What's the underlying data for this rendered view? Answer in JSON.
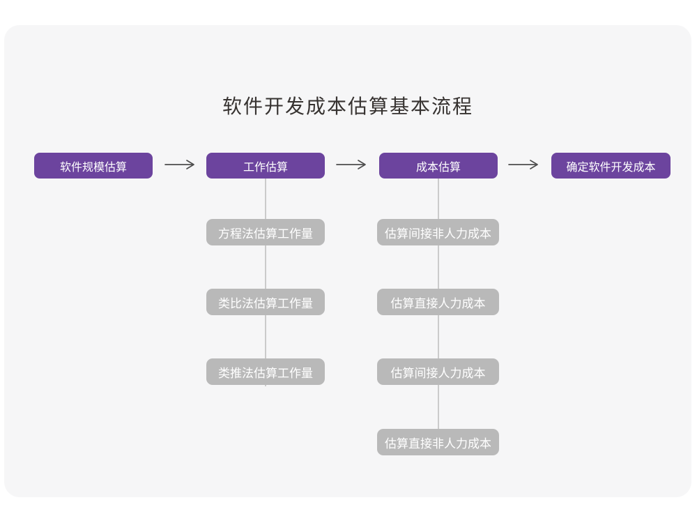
{
  "title": "软件开发成本估算基本流程",
  "flow": {
    "main_steps": [
      {
        "label": "软件规模估算"
      },
      {
        "label": "工作估算"
      },
      {
        "label": "成本估算"
      },
      {
        "label": "确定软件开发成本"
      }
    ],
    "work_estimation_methods": [
      {
        "label": "方程法估算工作量"
      },
      {
        "label": "类比法估算工作量"
      },
      {
        "label": "类推法估算工作量"
      }
    ],
    "cost_estimation_steps": [
      {
        "label": "估算间接非人力成本"
      },
      {
        "label": "估算直接人力成本"
      },
      {
        "label": "估算间接人力成本"
      },
      {
        "label": "估算直接非人力成本"
      }
    ]
  },
  "colors": {
    "primary_purple": "#6c449e",
    "secondary_gray": "#b9b9b9",
    "connector_gray": "#cbcbcb",
    "arrow_gray": "#4d4d4d",
    "canvas_bg": "#f6f6f7",
    "page_bg": "#ffffff",
    "title_color": "#363230"
  }
}
